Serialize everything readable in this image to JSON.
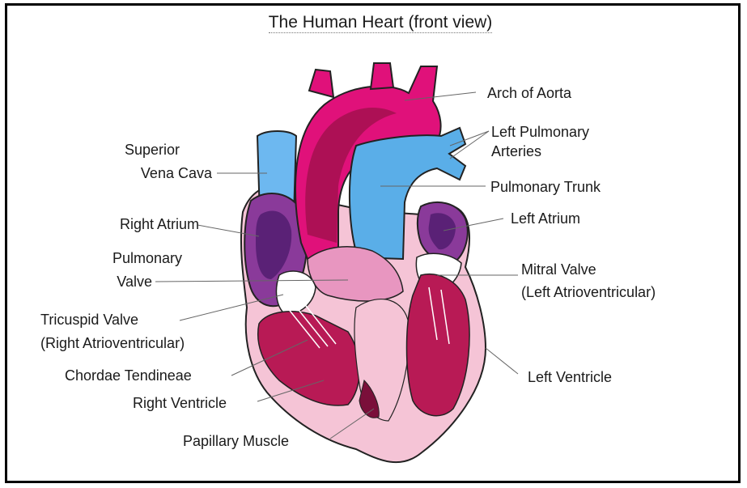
{
  "title": "The Human Heart (front view)",
  "labels": {
    "arch_of_aorta": "Arch of Aorta",
    "left_pulmonary_arteries_1": "Left Pulmonary",
    "left_pulmonary_arteries_2": "Arteries",
    "superior_vena_cava_1": "Superior",
    "superior_vena_cava_2": "Vena Cava",
    "pulmonary_trunk": "Pulmonary Trunk",
    "right_atrium": "Right Atrium",
    "left_atrium": "Left Atrium",
    "pulmonary_valve_1": "Pulmonary",
    "pulmonary_valve_2": "Valve",
    "mitral_valve_1": "Mitral Valve",
    "mitral_valve_2": "(Left Atrioventricular)",
    "tricuspid_valve_1": "Tricuspid Valve",
    "tricuspid_valve_2": "(Right Atrioventricular)",
    "chordae_tendineae": "Chordae Tendineae",
    "left_ventricle": "Left Ventricle",
    "right_ventricle": "Right Ventricle",
    "papillary_muscle": "Papillary Muscle"
  },
  "colors": {
    "aorta": "#e0117a",
    "aorta_dark": "#a3104f",
    "vena_cava": "#6db8f0",
    "pulmonary": "#5aaee8",
    "atrium": "#8a3a9a",
    "atrium_dark": "#4a1a6a",
    "ventricle_wall": "#f5c4d6",
    "ventricle_inner": "#b81a55",
    "leader": "#666666"
  }
}
